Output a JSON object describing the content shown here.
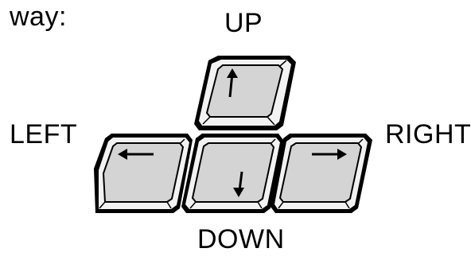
{
  "intro_text": "way:",
  "labels": {
    "up": "UP",
    "left": "LEFT",
    "right": "RIGHT",
    "down": "DOWN"
  },
  "keys": [
    {
      "name": "up-arrow-key",
      "icon": "arrow-up-icon"
    },
    {
      "name": "left-arrow-key",
      "icon": "arrow-left-icon"
    },
    {
      "name": "down-arrow-key",
      "icon": "arrow-down-icon"
    },
    {
      "name": "right-arrow-key",
      "icon": "arrow-right-icon"
    }
  ],
  "colors": {
    "key_face": "#d4d4d4",
    "key_rim": "#f2f2f2",
    "outline": "#000000",
    "text": "#000000"
  }
}
